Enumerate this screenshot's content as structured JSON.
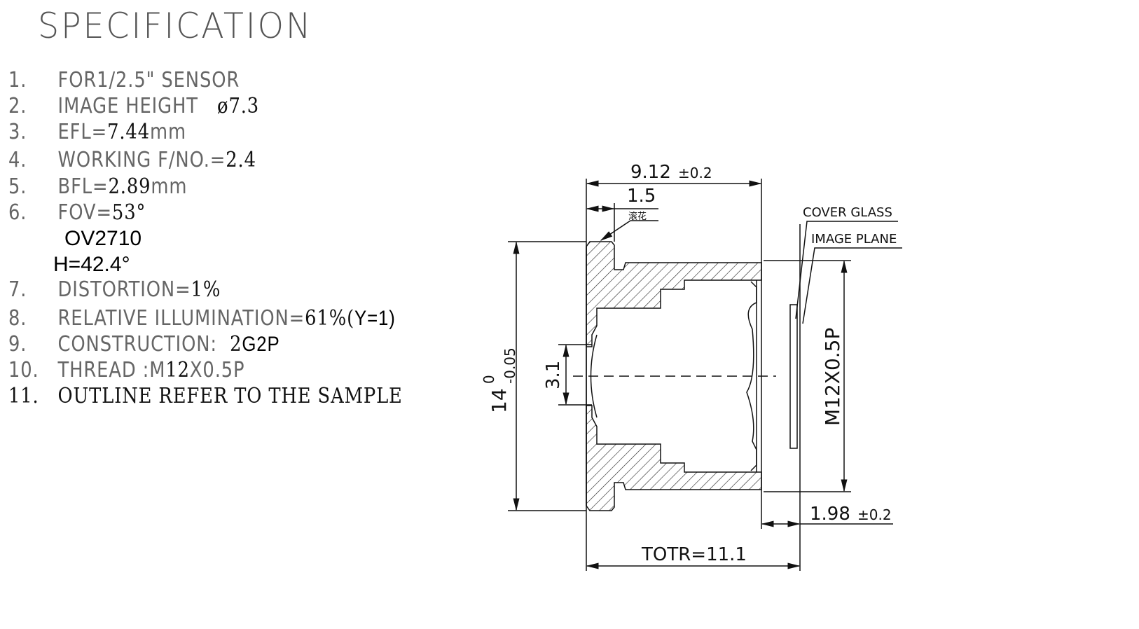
{
  "title": "SPECIFICATION",
  "specs": [
    {
      "num": "1.",
      "label": "FOR1/2.5\" SENSOR",
      "value": ""
    },
    {
      "num": "2.",
      "label": "IMAGE HEIGHT   ",
      "value": "ø7.3"
    },
    {
      "num": "3.",
      "label": "EFL=",
      "value": "7.44",
      "unit": "mm"
    },
    {
      "num": "4.",
      "label": "WORKING F/NO.=",
      "value": "2.4"
    },
    {
      "num": "5.",
      "label": "BFL=",
      "value": "2.89",
      "unit": "mm"
    },
    {
      "num": "6.",
      "label": "FOV=",
      "value": "53°"
    },
    {
      "num": "7.",
      "label": "DISTORTION=",
      "value": "1%"
    },
    {
      "num": "8.",
      "label": "RELATIVE ILLUMINATION=",
      "value": "61%(",
      "bold": "Y=1)"
    },
    {
      "num": "9.",
      "label": "CONSTRUCTION:  ",
      "value": "2",
      "bold": "G2P"
    },
    {
      "num": "10.",
      "label": "THREAD :M",
      "value": "12",
      "unit": "X0.5P"
    },
    {
      "num": "11.",
      "label": "OUTLINE REFER TO THE SAMPLE",
      "value": ""
    }
  ],
  "sensor": "OV2710",
  "hfov": "H=42.4°",
  "drawing": {
    "dim_length": "9.12",
    "dim_length_tol": "±0.2",
    "dim_knurl": "1.5",
    "knurl_note": "滚花",
    "dim_diameter": "14",
    "dim_diameter_tol_upper": "0",
    "dim_diameter_tol_lower": "-0.05",
    "dim_aperture": "3.1",
    "thread": "M12X0.5P",
    "cover_glass": "COVER GLASS",
    "image_plane": "IMAGE PLANE",
    "dim_bfl": "1.98",
    "dim_bfl_tol": "±0.2",
    "totr": "TOTR=11.1"
  }
}
